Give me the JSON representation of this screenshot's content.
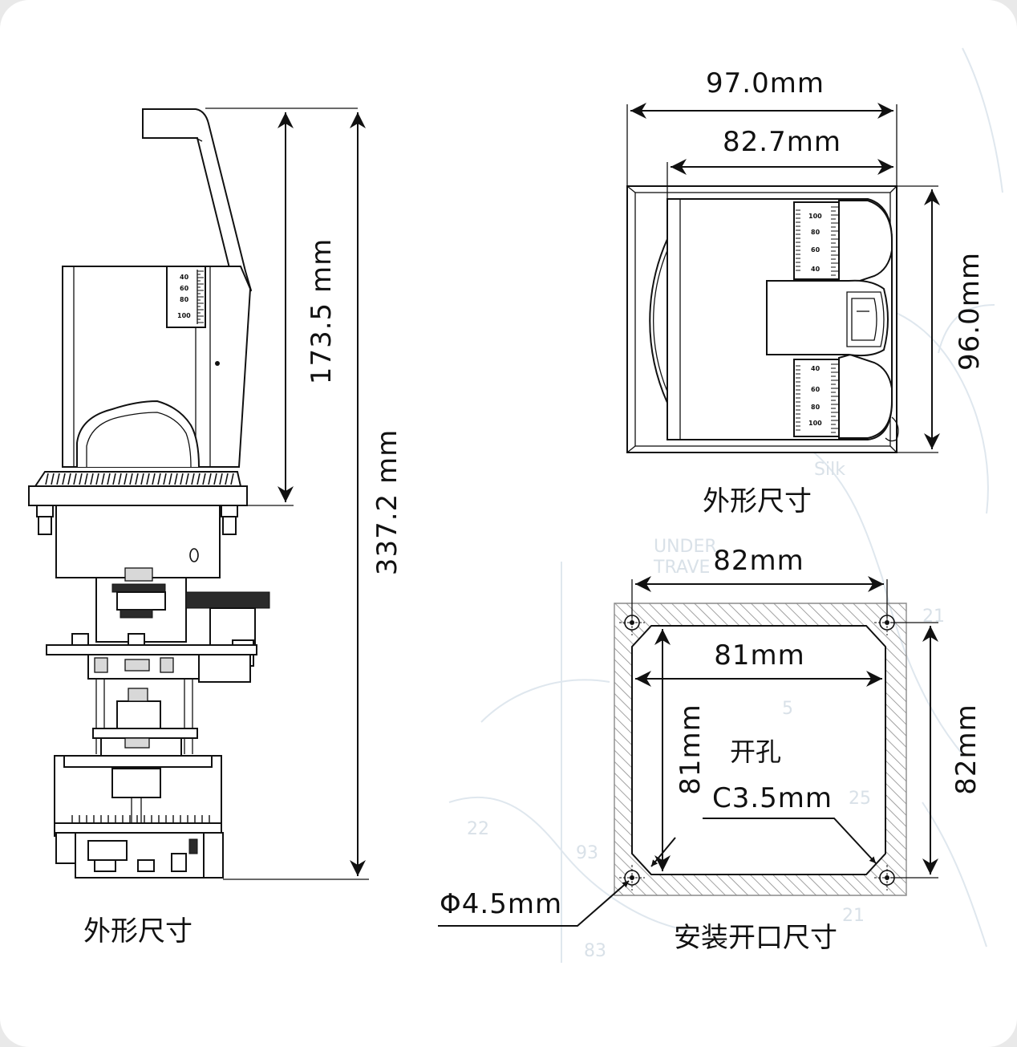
{
  "colors": {
    "line": "#111111",
    "paper": "#ffffff",
    "hatch": "#8a8a8a",
    "watermark": "#dfe7ee"
  },
  "side_view": {
    "dim_height_upper": "173.5 mm",
    "dim_height_total": "337.2 mm",
    "caption": "外形尺寸",
    "scale_labels": [
      "40",
      "60",
      "80",
      "100"
    ]
  },
  "front_view": {
    "dim_width_outer": "97.0mm",
    "dim_width_inner": "82.7mm",
    "dim_height": "96.0mm",
    "caption": "外形尺寸",
    "scale_top": [
      "100",
      "80",
      "60",
      "40"
    ],
    "scale_bottom": [
      "40",
      "60",
      "80",
      "100"
    ]
  },
  "cutout_view": {
    "dim_hole_spacing_h": "82mm",
    "dim_opening_w": "81mm",
    "dim_opening_h": "81mm",
    "dim_hole_spacing_v": "82mm",
    "label_opening": "开孔",
    "label_chamfer": "C3.5mm",
    "label_hole": "Φ4.5mm",
    "caption": "安装开口尺寸"
  },
  "watermark": {
    "texts": [
      "Silk",
      "UNDER",
      "TRAVE",
      "21",
      "25",
      "22",
      "93",
      "83",
      "5"
    ]
  }
}
